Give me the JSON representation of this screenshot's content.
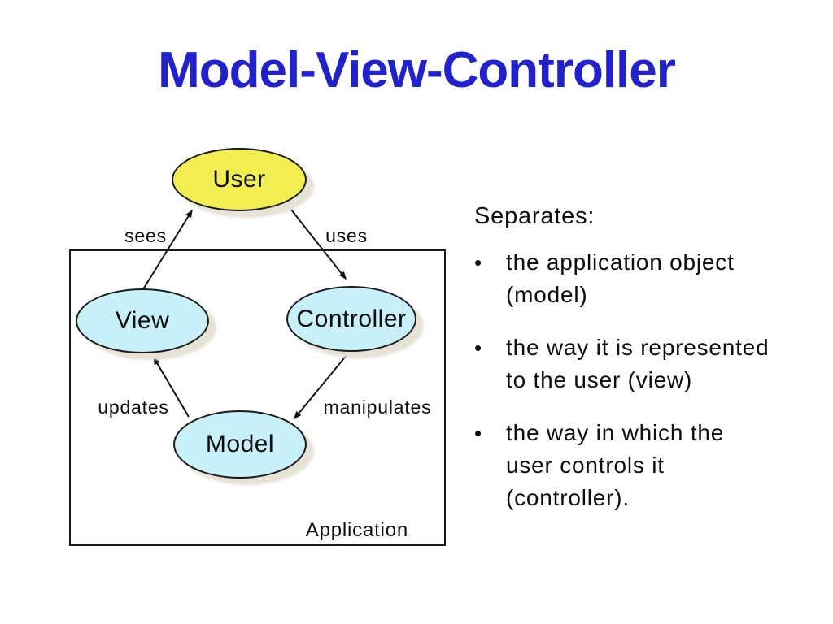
{
  "title": "Model-View-Controller",
  "colors": {
    "background": "#ffffff",
    "title": "#2121d0",
    "text": "#0d0d0d",
    "outline": "#1a1a1a",
    "user_fill": "#f2ee52",
    "component_fill": "#c8f0f8",
    "shadow": "#e6e2d6"
  },
  "diagram": {
    "nodes": {
      "user": "User",
      "view": "View",
      "controller": "Controller",
      "model": "Model"
    },
    "edges": {
      "sees": "sees",
      "uses": "uses",
      "updates": "updates",
      "manipulates": "manipulates"
    },
    "container_label": "Application"
  },
  "panel": {
    "heading": "Separates:",
    "bullet_char": "•",
    "bullets": [
      {
        "lines": [
          "the application object",
          "(model)"
        ]
      },
      {
        "lines": [
          "the way it is represented",
          "to the user (view)"
        ]
      },
      {
        "lines": [
          "the way in which the",
          "user controls it",
          "(controller)."
        ]
      }
    ]
  }
}
